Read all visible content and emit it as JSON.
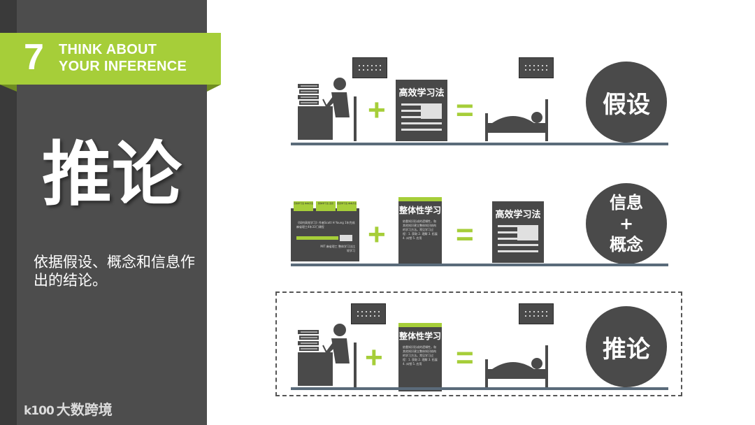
{
  "sidebar": {
    "number": "7",
    "banner_line1": "THINK ABOUT",
    "banner_line2": "YOUR INFERENCE",
    "title": "推论",
    "description": "依据假设、概念和信息作出的结论。",
    "logo_mark": "k100",
    "logo_text": "大数跨境"
  },
  "rows": {
    "row1": {
      "plus": "+",
      "equals": "=",
      "doc_title": "高效学习法",
      "circle_label": "假设"
    },
    "row2": {
      "folder_tabs": [
        "高效学习法 本本方法",
        "整体学习法 道德",
        "费曼学习法 本本方法"
      ],
      "folder_text": "《如何高效学习》作者Scott H Young 1年完成麻省理工4年33门课程",
      "folder_foot": "MIT 麻省理工 整体学习法比较学习",
      "plus": "+",
      "note_title": "整体性学习",
      "note_body": "依靠知识形成的逻辑性，和其他知识建立整体知识结构的学习方法。常见学习过程：1. 获取 2. 理解 3. 拓展 4. 纠错 5. 应用",
      "equals": "=",
      "doc_title": "高效学习法",
      "circle_line1": "信息",
      "circle_plus": "+",
      "circle_line2": "概念"
    },
    "row3": {
      "plus": "+",
      "note_title": "整体性学习",
      "note_body": "依靠知识形成的逻辑性，和其他知识建立整体知识结构的学习方法。常见学习过程：1. 获取 2. 理解 3. 拓展 4. 纠错 5. 应用",
      "equals": "=",
      "circle_label": "推论"
    }
  },
  "colors": {
    "accent": "#a6ce39",
    "panel": "#4d4d4d",
    "circle": "#4a4a4a",
    "baseline": "#5a6b7a"
  },
  "icons": [
    "person-at-desk-icon",
    "book-stack-icon",
    "document-icon",
    "bed-sleeping-icon",
    "chalkboard-icon",
    "folder-icon",
    "note-card-icon"
  ]
}
